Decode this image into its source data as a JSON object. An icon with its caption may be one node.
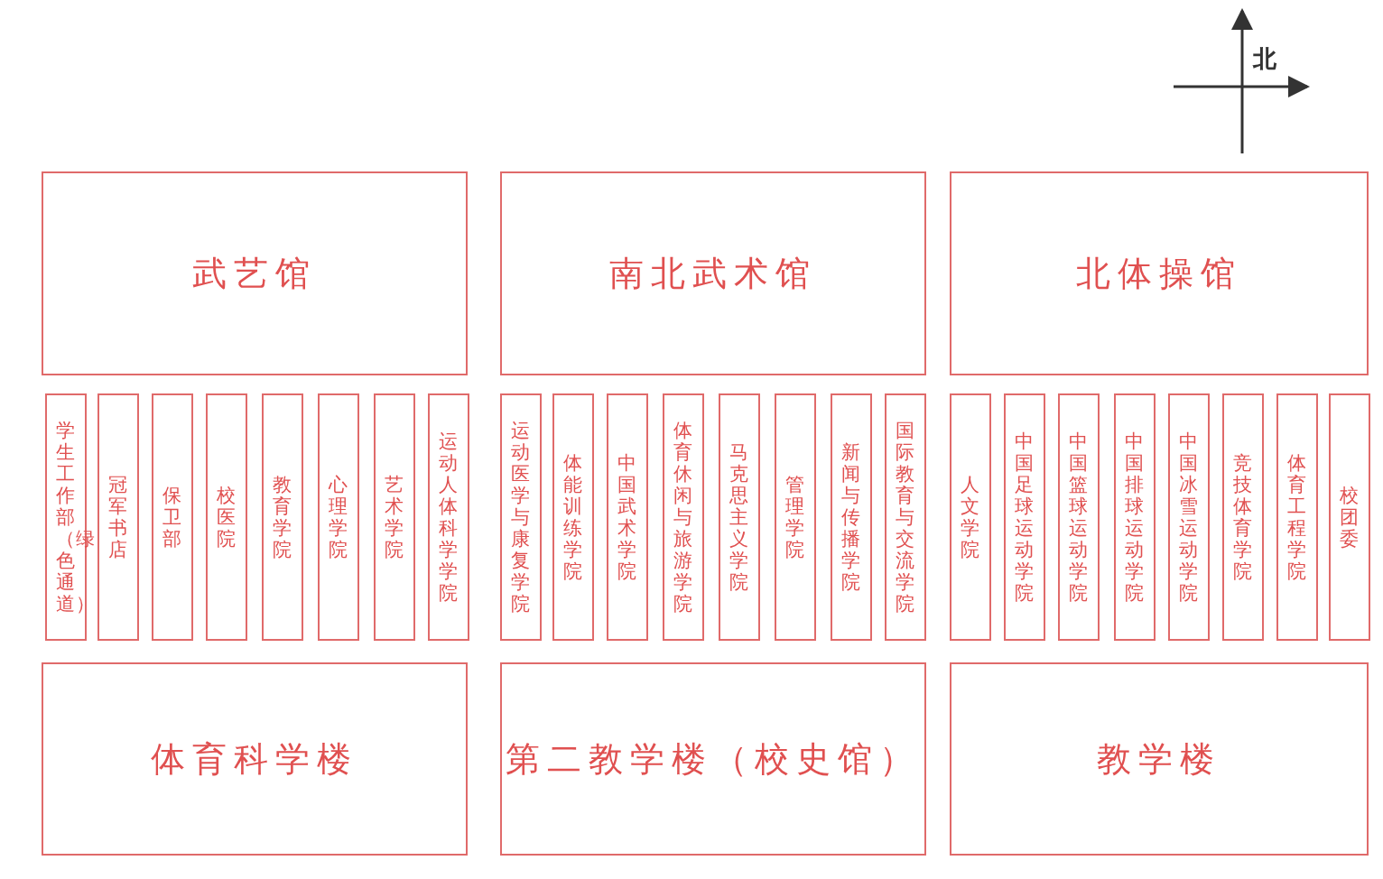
{
  "diagram": {
    "nodes": [
      {
        "text": [
          "武艺馆"
        ]
      },
      {
        "text": [
          "南北武术馆"
        ]
      },
      {
        "text": [
          "北体操馆"
        ]
      },
      {
        "text": [
          "学生工作部（绿色通道）"
        ]
      },
      {
        "text": [
          "冠军书店"
        ]
      },
      {
        "text": [
          "保卫部"
        ]
      },
      {
        "text": [
          "校医院"
        ]
      },
      {
        "text": [
          "教育学院"
        ]
      },
      {
        "text": [
          "心理学院"
        ]
      },
      {
        "text": [
          "艺术学院"
        ]
      },
      {
        "text": [
          "运动人体科学学院"
        ]
      },
      {
        "text": [
          "运动医学与康复学院"
        ]
      },
      {
        "text": [
          "体能训练学院"
        ]
      },
      {
        "text": [
          "中国武术学院"
        ]
      },
      {
        "text": [
          "体育休闲与旅游学院"
        ]
      },
      {
        "text": [
          "马克思主义学院"
        ]
      },
      {
        "text": [
          "管理学院"
        ]
      },
      {
        "text": [
          "新闻与传播学院"
        ]
      },
      {
        "text": [
          "国际教育与交流学院"
        ]
      },
      {
        "text": [
          "人文学院"
        ]
      },
      {
        "text": [
          "中国足球运动学院"
        ]
      },
      {
        "text": [
          "中国篮球运动学院"
        ]
      },
      {
        "text": [
          "中国排球运动学院"
        ]
      },
      {
        "text": [
          "中国冰雪运动学院"
        ]
      },
      {
        "text": [
          "竞技体育学院"
        ]
      },
      {
        "text": [
          "体育工程学院"
        ]
      },
      {
        "text": [
          "校团委"
        ]
      },
      {
        "text": [
          "体育科学楼"
        ]
      },
      {
        "text": [
          "第二教学楼（校史馆）"
        ]
      },
      {
        "text": [
          "教学楼"
        ]
      }
    ],
    "edges": [],
    "labels": [
      "北"
    ]
  }
}
